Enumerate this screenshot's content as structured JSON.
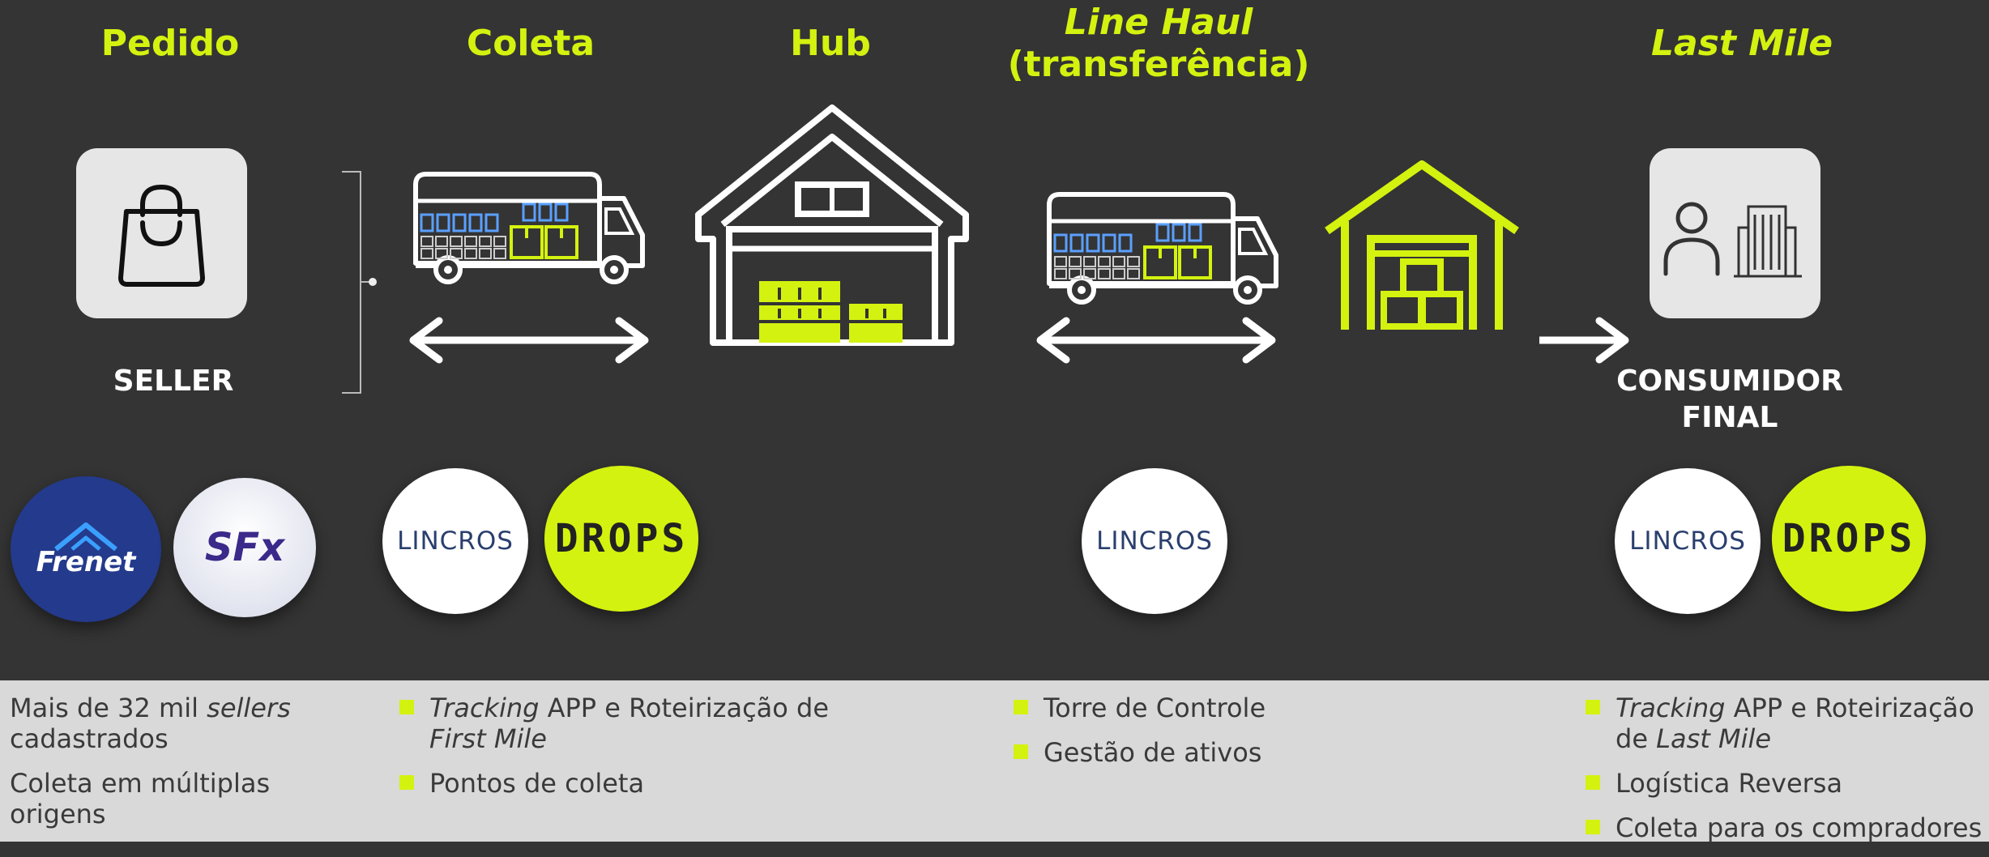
{
  "headers": {
    "pedido": "Pedido",
    "coleta": "Coleta",
    "hub": "Hub",
    "line_haul_1": "Line Haul",
    "line_haul_2": "(transferência)",
    "last_mile": "Last Mile"
  },
  "nodes": {
    "seller": "SELLER",
    "consumer_1": "CONSUMIDOR",
    "consumer_2": "FINAL"
  },
  "logos": {
    "frenet": "Frenet",
    "sfx": "SFx",
    "lincros": "LINCROS",
    "drops": "DROPS"
  },
  "icons": {
    "seller": "shopping-bag-icon",
    "consumer": "person-building-icon",
    "truck": "delivery-truck-icon",
    "hub": "warehouse-icon",
    "depot": "lime-warehouse-icon"
  },
  "colors": {
    "accent": "#d4f20f",
    "background": "#343434",
    "panel": "#d9d9d9"
  },
  "bottom": {
    "seller_col": [
      {
        "pre": "Mais de 32 mil ",
        "em": "sellers",
        "post": "",
        "line2": "cadastrados"
      },
      {
        "pre": "Coleta em múltiplas",
        "em": "",
        "post": "",
        "line2": "origens"
      }
    ],
    "coleta_col": {
      "i1_em": "Tracking",
      "i1_text": " APP e Roteirização de",
      "i1_em2": "First Mile",
      "i2": "Pontos de coleta"
    },
    "linehaul_col": {
      "i1": "Torre de Controle",
      "i2": "Gestão de ativos"
    },
    "lastmile_col": {
      "i1_em": "Tracking",
      "i1_text": " APP e Roteirização",
      "i1_pre2": "de ",
      "i1_em2": "Last Mile",
      "i2": "Logística Reversa",
      "i3": "Coleta para os compradores"
    }
  }
}
